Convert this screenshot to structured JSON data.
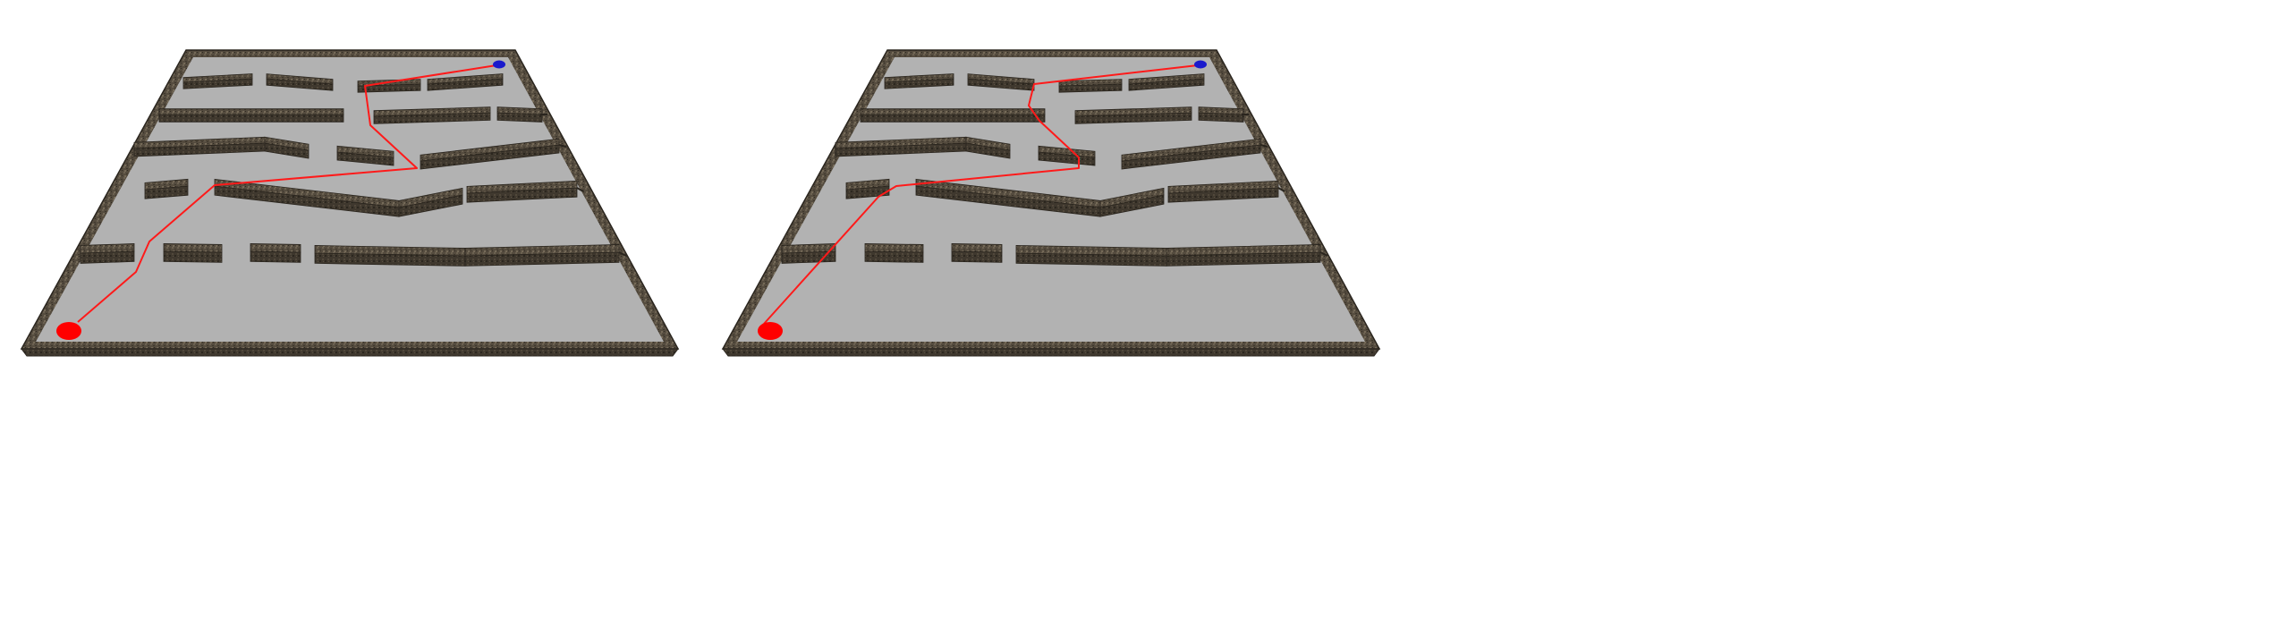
{
  "colors": {
    "background": "#ffffff",
    "floor": "#b2b2b2",
    "wall_top": "#5b5244",
    "wall_side": "#3f382e",
    "wall_edge": "#2a251e",
    "path": "#ff1a1a",
    "start_marker": "#ff0000",
    "goal_marker": "#1a1acc"
  },
  "panels": [
    {
      "name": "left-maze-panel",
      "path_label": "planned-path"
    },
    {
      "name": "right-maze-panel",
      "path_label": "planned-path"
    }
  ],
  "icons": {
    "start": "start-marker-icon",
    "goal": "goal-marker-icon"
  }
}
